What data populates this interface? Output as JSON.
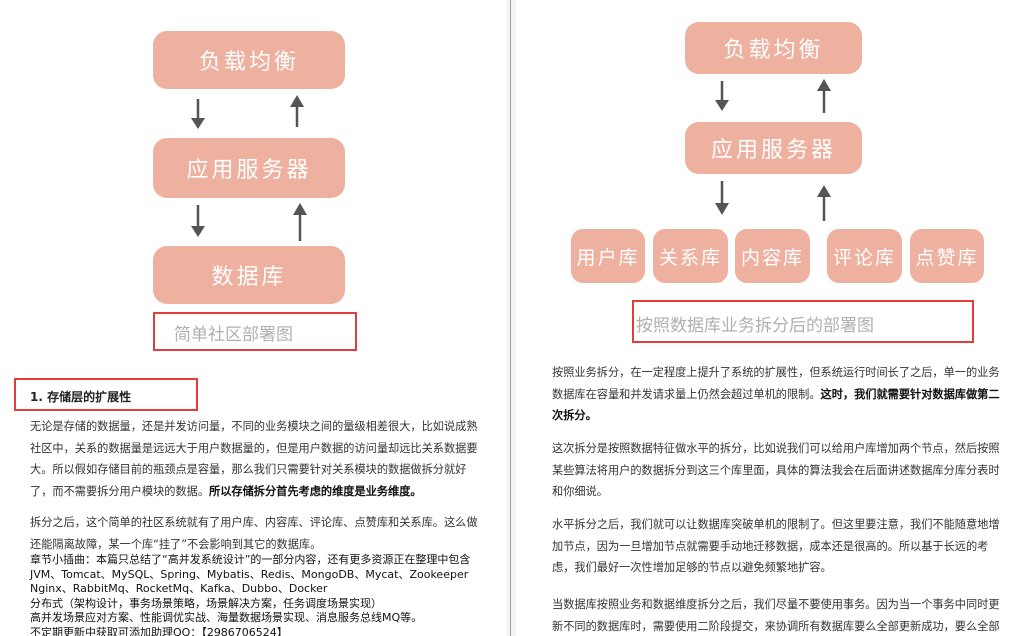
{
  "left": {
    "diagram": {
      "load_balancer": "负载均衡",
      "app_server": "应用服务器",
      "database": "数据库"
    },
    "caption": "简单社区部署图",
    "section_heading": "1. 存储层的扩展性",
    "para1_plain": "无论是存储的数据量，还是并发访问量，不同的业务模块之间的量级相差很大，比如说成熟社区中，关系的数据量是远远大于用户数据量的，但是用户数据的访问量却远比关系数据要大。所以假如存储目前的瓶颈点是容量，那么我们只需要针对关系模块的数据做拆分就好了，而不需要拆分用户模块的数据。",
    "para1_bold": "所以存储拆分首先考虑的维度是业务维度。",
    "para2": "拆分之后，这个简单的社区系统就有了用户库、内容库、评论库、点赞库和关系库。这么做还能隔离故障，某一个库“挂了”不会影响到其它的数据库。",
    "promo_lines": [
      "章节小插曲：本篇只总结了“高并发系统设计”的一部分内容，还有更多资源正在整理中包含",
      "JVM、Tomcat、MySQL、Spring、Mybatis、Redis、MongoDB、Mycat、Zookeeper",
      "Nginx、RabbitMq、RocketMq、Kafka、Dubbo、Docker",
      "分布式（架构设计，事务场景策略，场景解决方案，任务调度场景实现）",
      "高并发场景应对方案、性能调优实战、海量数据场景实现、消息服务总线MQ等。",
      "不定期更新中获取可添加助理QQ：【2986706524】"
    ]
  },
  "right": {
    "diagram": {
      "load_balancer": "负载均衡",
      "app_server": "应用服务器",
      "db_user": "用户库",
      "db_relation": "关系库",
      "db_content": "内容库",
      "db_comment": "评论库",
      "db_like": "点赞库"
    },
    "caption": "按照数据库业务拆分后的部署图",
    "para1_plain": "按照业务拆分，在一定程度上提升了系统的扩展性，但系统运行时间长了之后，单一的业务数据库在容量和并发请求量上仍然会超过单机的限制。",
    "para1_bold": "这时，我们就需要针对数据库做第二次拆分。",
    "para2": "这次拆分是按照数据特征做水平的拆分，比如说我们可以给用户库增加两个节点，然后按照某些算法将用户的数据拆分到这三个库里面，具体的算法我会在后面讲述数据库分库分表时和你细说。",
    "para3": "水平拆分之后，我们就可以让数据库突破单机的限制了。但这里要注意，我们不能随意地增加节点，因为一旦增加节点就需要手动地迁移数据，成本还是很高的。所以基于长远的考虑，我们最好一次性增加足够的节点以避免频繁地扩容。",
    "para4": "当数据库按照业务和数据维度拆分之后，我们尽量不要使用事务。因为当一个事务中同时更新不同的数据库时，需要使用二阶段提交，来协调所有数据库要么全部更新成功，要么全部"
  }
}
